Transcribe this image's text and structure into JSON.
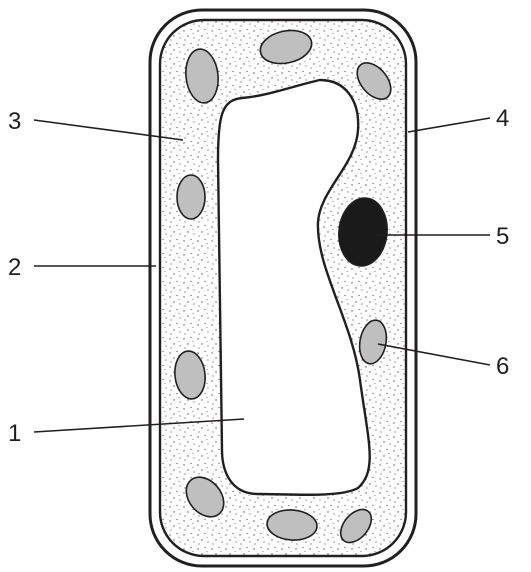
{
  "labels": {
    "vacuole": "1",
    "cell_wall": "2",
    "cytoplasm": "3",
    "cell_membrane": "4",
    "nucleus": "5",
    "chloroplast": "6"
  },
  "colors": {
    "outline": "#231f20",
    "chloroplast": "#bfbfbf",
    "nucleus": "#1a1a1a",
    "cytoplasm_dots": "#555555",
    "background": "#ffffff"
  }
}
